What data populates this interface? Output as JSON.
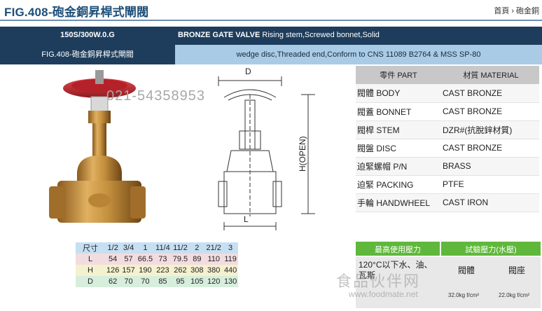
{
  "header": {
    "title": "FIG.408-砲金銅昇桿式閘閥",
    "breadcrumb": [
      "首頁",
      "砲金銅"
    ]
  },
  "spec": {
    "left_line1": "150S/300W.0.G",
    "left_line2": "FIG.408-砲金銅昇桿式閘閥",
    "right_bold": "BRONZE GATE VALVE",
    "right_line1_rest": " Rising stem,Screwed bonnet,Solid",
    "right_line2": "wedge disc,Threaded end,Conform to CNS 11089 B2764 & MSS SP-80"
  },
  "watermark": "021-54358953",
  "drawing_labels": {
    "d": "D",
    "h": "H(OPEN)",
    "l": "L"
  },
  "materials": {
    "headers": [
      "零件 PART",
      "材質 MATERIAL"
    ],
    "rows": [
      {
        "part": "閥體 BODY",
        "material": "CAST BRONZE"
      },
      {
        "part": "閥蓋 BONNET",
        "material": "CAST BRONZE"
      },
      {
        "part": "閥桿 STEM",
        "material": "DZR#(抗脫鋅材質)"
      },
      {
        "part": "閥盤 DISC",
        "material": "CAST BRONZE"
      },
      {
        "part": "迫緊螺帽 P/N",
        "material": "BRASS"
      },
      {
        "part": "迫緊 PACKING",
        "material": "PTFE"
      },
      {
        "part": "手輪 HANDWHEEL",
        "material": "CAST IRON"
      }
    ]
  },
  "dimensions": {
    "size_label": "尺寸",
    "sizes": [
      "1/2",
      "3/4",
      "1",
      "11/4",
      "11/2",
      "2",
      "21/2",
      "3"
    ],
    "rows": [
      {
        "label": "L",
        "values": [
          "54",
          "57",
          "66.5",
          "73",
          "79.5",
          "89",
          "110",
          "119"
        ]
      },
      {
        "label": "H",
        "values": [
          "126",
          "157",
          "190",
          "223",
          "262",
          "308",
          "380",
          "440"
        ]
      },
      {
        "label": "D",
        "values": [
          "62",
          "70",
          "70",
          "85",
          "95",
          "105",
          "120",
          "130"
        ]
      }
    ]
  },
  "pressure": {
    "head1": "最高使用壓力",
    "head2": "試驗壓力(水壓)",
    "condition": "120°C以下水、油、瓦斯",
    "col1": "閥體",
    "col2": "閥座",
    "val1": "32.0kg f/cm²",
    "val2": "22.0kg f/cm²"
  },
  "bottom_watermark": "食品伙伴网",
  "bottom_watermark_url": "www.foodmate.net",
  "colors": {
    "header_navy": "#1e3d5c",
    "header_light_blue": "#a9cbe6",
    "pressure_green": "#5fb83b",
    "bronze": "#c4913e",
    "handwheel_red": "#c0272d"
  }
}
